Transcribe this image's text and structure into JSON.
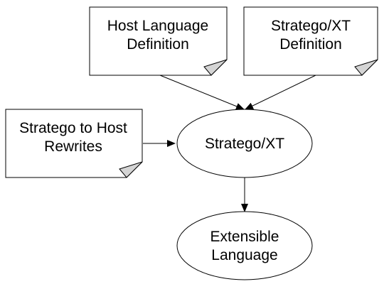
{
  "diagram": {
    "nodes": [
      {
        "id": "host-language-definition",
        "shape": "document",
        "lines": [
          "Host Language",
          "Definition"
        ]
      },
      {
        "id": "stratego-xt-definition",
        "shape": "document",
        "lines": [
          "Stratego/XT",
          "Definition"
        ]
      },
      {
        "id": "stratego-to-host-rewrites",
        "shape": "document",
        "lines": [
          "Stratego to Host",
          "Rewrites"
        ]
      },
      {
        "id": "stratego-xt",
        "shape": "ellipse",
        "lines": [
          "Stratego/XT"
        ]
      },
      {
        "id": "extensible-language",
        "shape": "ellipse",
        "lines": [
          "Extensible",
          "Language"
        ]
      }
    ],
    "edges": [
      {
        "from": "host-language-definition",
        "to": "stratego-xt"
      },
      {
        "from": "stratego-xt-definition",
        "to": "stratego-xt"
      },
      {
        "from": "stratego-to-host-rewrites",
        "to": "stratego-xt"
      },
      {
        "from": "stratego-xt",
        "to": "extensible-language"
      }
    ],
    "colors": {
      "stroke": "#000000",
      "fill": "#ffffff",
      "fold": "#d4d4d4"
    }
  }
}
